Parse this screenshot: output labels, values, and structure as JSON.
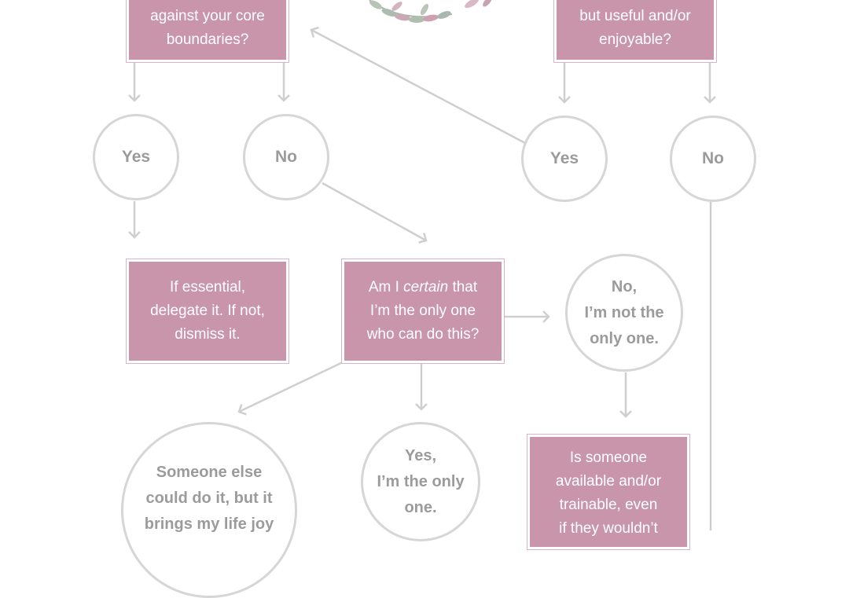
{
  "nodes": {
    "q_boundaries": {
      "lines": [
        "against your core",
        "boundaries?"
      ]
    },
    "q_useful": {
      "lines": [
        "but useful and/or",
        "enjoyable?"
      ]
    },
    "a_yes_left": {
      "label": "Yes"
    },
    "a_no_left": {
      "label": "No"
    },
    "a_yes_right": {
      "label": "Yes"
    },
    "a_no_right": {
      "label": "No"
    },
    "r_delegate": {
      "lines": [
        "If essential,",
        "delegate it. If not,",
        "dismiss it."
      ]
    },
    "q_certain": {
      "prefix": "Am I ",
      "emph": "certain",
      "suffix": " that",
      "lines": [
        "I’m the only one",
        "who can do this?"
      ]
    },
    "a_not_only": {
      "lines": [
        "No,",
        "I’m not the",
        "only one."
      ]
    },
    "a_someone_else": {
      "lines": [
        "Someone else",
        "could do it, but it",
        "brings my life joy"
      ]
    },
    "a_only_one": {
      "lines": [
        "Yes,",
        "I’m the only",
        "one."
      ]
    },
    "q_available": {
      "lines": [
        "Is someone",
        "available and/or",
        "trainable, even",
        "if they wouldn’t"
      ]
    }
  },
  "colors": {
    "box": "#c895ab",
    "circle_border": "#d6d6d6",
    "arrow": "#cfcfcf",
    "circle_text": "#9b9b9b"
  }
}
